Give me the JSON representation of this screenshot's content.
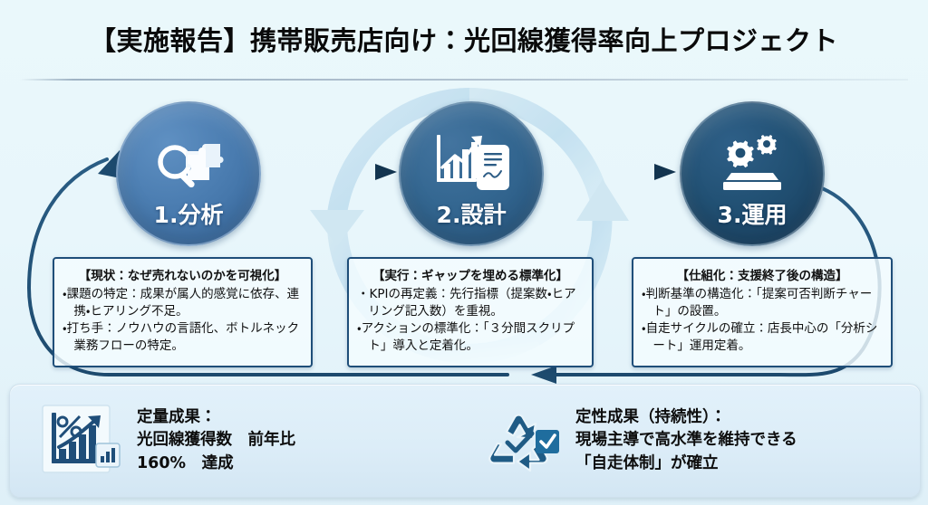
{
  "title": "【実施報告】携帯販売店向け：光回線獲得率向上プロジェクト",
  "steps": [
    {
      "id": "analysis",
      "label": "1.分析",
      "icon": "magnifier-puzzle-icon",
      "color": "#4a7cb0"
    },
    {
      "id": "design",
      "label": "2.設計",
      "icon": "growth-chart-document-icon",
      "color": "#336690"
    },
    {
      "id": "operation",
      "label": "3.運用",
      "icon": "gears-platform-icon",
      "color": "#215073"
    }
  ],
  "detail_boxes": [
    {
      "id": "current-state",
      "title": "【現状：なぜ売れないのかを可視化】",
      "bullets": [
        "・課題の特定：成果が属人的感覚に依存、連携・ヒアリング不足。",
        "・打ち手：ノウハウの言語化、ボトルネック業務フローの特定。"
      ]
    },
    {
      "id": "execution",
      "title": "【実行：ギャップを埋める標準化】",
      "bullets": [
        "・KPIの再定義：先行指標（提案数・ヒアリング記入数）を重視。",
        "・アクションの標準化：「３分間スクリプト」導入と定着化。"
      ]
    },
    {
      "id": "systemization",
      "title": "【仕組化：支援終了後の構造】",
      "bullets": [
        "・判断基準の構造化：「提案可否判断チャート」の設置。",
        "・自走サイクルの確立：店長中心の「分析シート」運用定着。"
      ]
    }
  ],
  "results": [
    {
      "id": "quantitative",
      "icon": "percent-growth-chart-icon",
      "lines": [
        "定量成果：",
        "光回線獲得数　前年比",
        "160%　達成"
      ],
      "metric_value": "160%",
      "metric_label": "前年比"
    },
    {
      "id": "qualitative",
      "icon": "recycle-check-icon",
      "lines": [
        "定性成果（持続性）：",
        "現場主導で高水準を維持できる",
        "「自走体制」が確立"
      ]
    }
  ],
  "colors": {
    "background": "#e8f6fb",
    "accent_dark": "#1f4e79",
    "accent_mid": "#336690",
    "accent_light": "#4a7cb0",
    "cycle_arrow": "#bfdcec",
    "text": "#111111"
  },
  "connectors": [
    {
      "id": "arrow-analysis-to-design",
      "from": "1.分析",
      "to": "2.設計"
    },
    {
      "id": "arrow-design-to-operation",
      "from": "2.設計",
      "to": "3.運用"
    },
    {
      "id": "feedback-loop",
      "from": "3.運用",
      "to": "1.分析"
    }
  ]
}
